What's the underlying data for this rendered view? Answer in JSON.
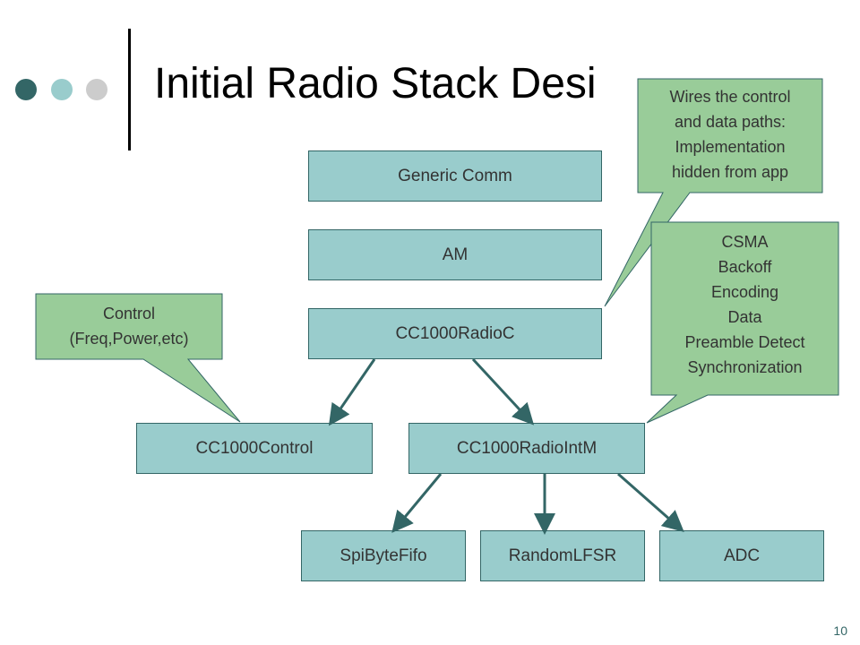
{
  "slide": {
    "title": "Initial Radio Stack Desi",
    "page_number": "10"
  },
  "boxes": {
    "generic_comm": "Generic Comm",
    "am": "AM",
    "radio_c": "CC1000RadioC",
    "control": "CC1000Control",
    "radio_int_m": "CC1000RadioIntM",
    "spi": "SpiByteFifo",
    "lfsr": "RandomLFSR",
    "adc": "ADC"
  },
  "callouts": {
    "wires": [
      "Wires the control",
      "and data paths:",
      "Implementation",
      "hidden from app"
    ],
    "features": [
      "CSMA",
      "Backoff",
      "Encoding",
      "Data",
      "Preamble Detect",
      "Synchronization"
    ],
    "control": [
      "Control",
      "(Freq,Power,etc)"
    ]
  },
  "colors": {
    "box_fill": "#99cccc",
    "box_border": "#336666",
    "callout_fill": "#99cc99",
    "arrow": "#336666",
    "dot_dark": "#336666",
    "dot_light": "#99cccc",
    "dot_gray": "#cccccc"
  }
}
